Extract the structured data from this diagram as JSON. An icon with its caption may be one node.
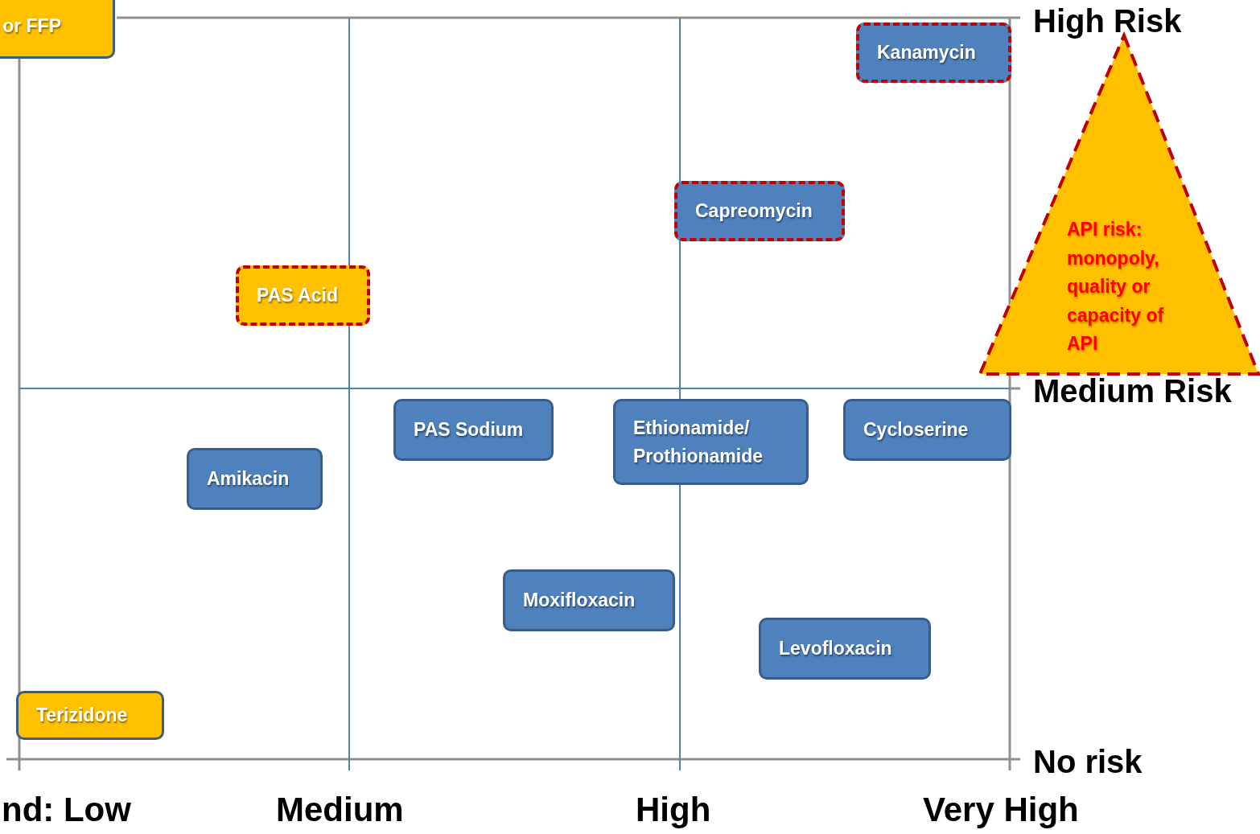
{
  "diagram": {
    "nodes": [
      {
        "text": [
          "or FFP"
        ]
      },
      {
        "text": [
          "Kanamycin"
        ]
      },
      {
        "text": [
          "Capreomycin"
        ]
      },
      {
        "text": [
          "API risk: monopoly, quality or capacity of API"
        ]
      },
      {
        "text": [
          "PAS Acid"
        ]
      },
      {
        "text": [
          "PAS Sodium"
        ]
      },
      {
        "text": [
          "Ethionamide/ Prothionamide"
        ]
      },
      {
        "text": [
          "Cycloserine"
        ]
      },
      {
        "text": [
          "Amikacin"
        ]
      },
      {
        "text": [
          "Moxifloxacin"
        ]
      },
      {
        "text": [
          "Levofloxacin"
        ]
      },
      {
        "text": [
          "Terizidone"
        ]
      }
    ],
    "labels": [
      "High Risk",
      "Medium Risk",
      "No risk",
      "nd: Low",
      "Medium",
      "High",
      "Very High"
    ]
  }
}
